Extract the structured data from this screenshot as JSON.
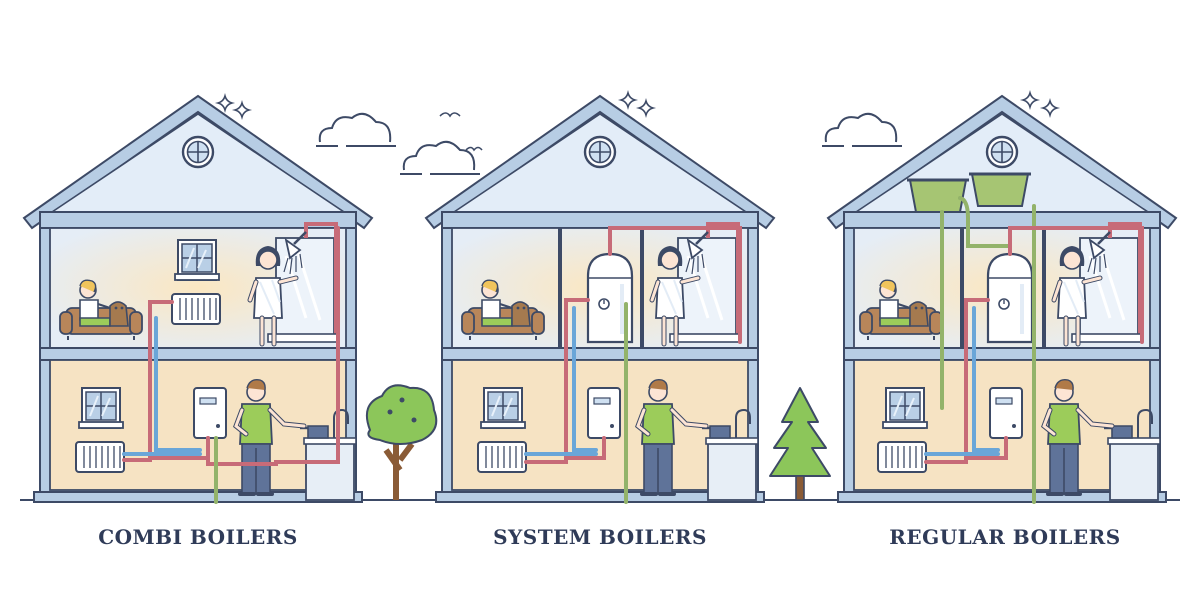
{
  "houses": [
    {
      "id": "combi",
      "label": "COMBI BOILERS"
    },
    {
      "id": "system",
      "label": "SYSTEM BOILERS"
    },
    {
      "id": "regular",
      "label": "REGULAR BOILERS"
    }
  ],
  "colors": {
    "outline": "#3d4a66",
    "roof": "#dce9f6",
    "wall": "#c7d8ea",
    "room_blue": "#dbe7f4",
    "room_warm": "#f7e6c8",
    "hot_pipe": "#c76b78",
    "cold_pipe": "#6aa6d8",
    "green_pipe": "#93b36a",
    "shirt": "#9ccc5a",
    "couch": "#b8865a",
    "tank": "#9cc06a"
  },
  "icons": [
    "window-icon",
    "radiator-icon",
    "boiler-icon",
    "shower-icon",
    "cylinder-icon",
    "tank-icon",
    "tree-icon",
    "pine-tree-icon",
    "cloud-icon",
    "sparkle-icon",
    "bird-icon",
    "person-icon",
    "sofa-icon",
    "sink-icon"
  ]
}
